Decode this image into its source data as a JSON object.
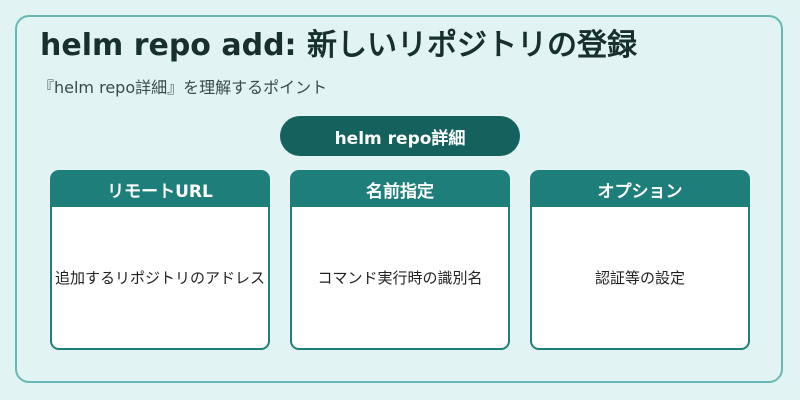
{
  "title": "helm repo add: 新しいリポジトリの登録",
  "subtitle": "『helm repo詳細』を理解するポイント",
  "center_label": "helm repo詳細",
  "cards": [
    {
      "header": "リモートURL",
      "body": "追加するリポジトリのアドレス"
    },
    {
      "header": "名前指定",
      "body": "コマンド実行時の識別名"
    },
    {
      "header": "オプション",
      "body": "認証等の設定"
    }
  ]
}
